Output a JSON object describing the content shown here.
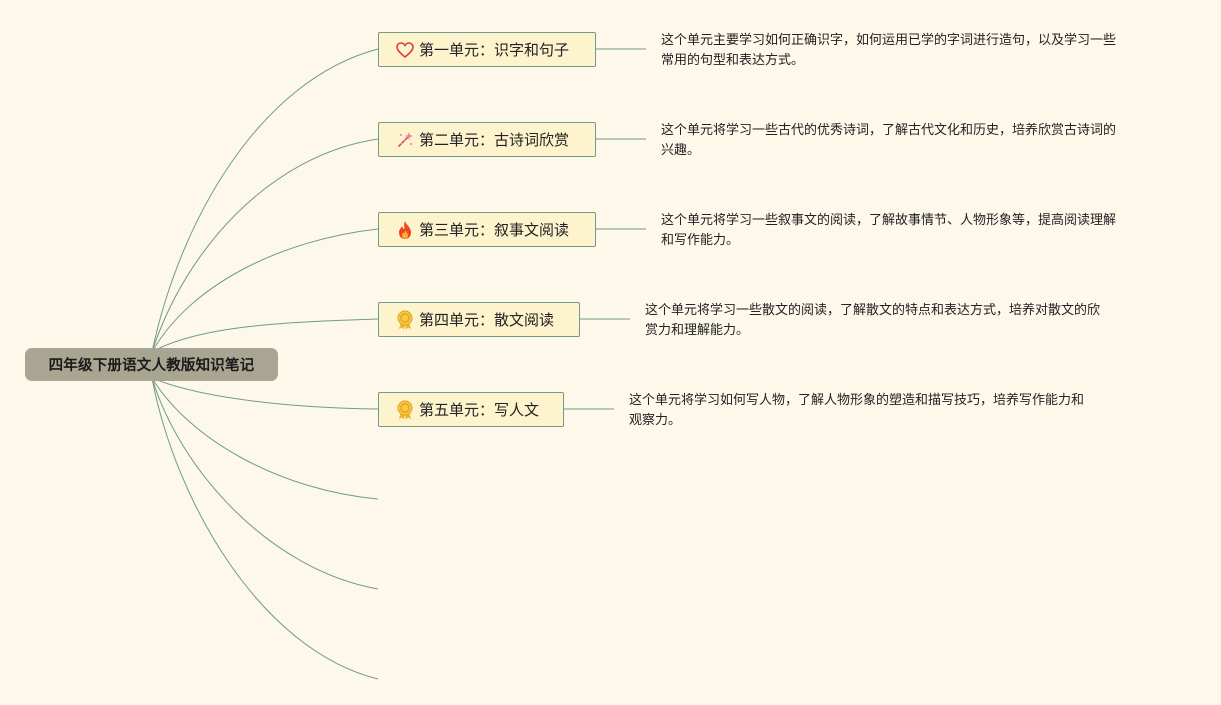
{
  "root": {
    "title": "四年级下册语文人教版知识笔记"
  },
  "topics": [
    {
      "label": "第一单元：识字和句子",
      "icon": "heart-icon",
      "desc_lines": [
        "这个单元主要学习如何正确识字，如何运用已学的字词进行造句，以及学习一些",
        "常用的句型和表达方式。"
      ]
    },
    {
      "label": "第二单元：古诗词欣赏",
      "icon": "sparkle-wand-icon",
      "desc_lines": [
        "这个单元将学习一些古代的优秀诗词，了解古代文化和历史，培养欣赏古诗词的",
        "兴趣。"
      ]
    },
    {
      "label": "第三单元：叙事文阅读",
      "icon": "fire-icon",
      "desc_lines": [
        "这个单元将学习一些叙事文的阅读，了解故事情节、人物形象等，提高阅读理解",
        "和写作能力。"
      ]
    },
    {
      "label": "第四单元：散文阅读",
      "icon": "award-medal-icon",
      "desc_lines": [
        "这个单元将学习一些散文的阅读，了解散文的特点和表达方式，培养对散文的欣",
        "赏力和理解能力。"
      ]
    },
    {
      "label": "第五单元：写人文",
      "icon": "award-medal-icon",
      "desc_lines": [
        "这个单元将学习如何写人物，了解人物形象的塑造和描写技巧，培养写作能力和",
        "观察力。"
      ]
    }
  ],
  "colors": {
    "background": "#fdf8ea",
    "root_fill": "#a8a593",
    "topic_fill": "#fdf3cc",
    "topic_border": "#6f9c86",
    "line": "#6f9c86"
  }
}
